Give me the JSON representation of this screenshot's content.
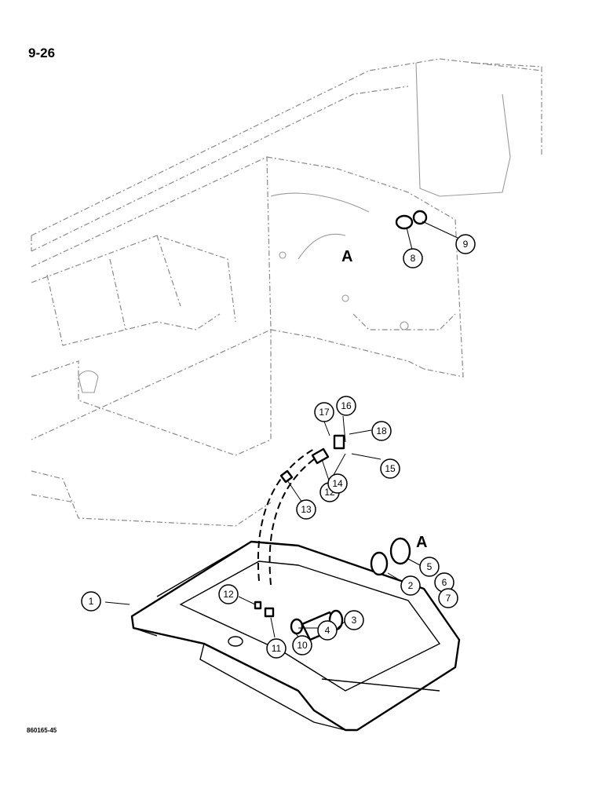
{
  "page": {
    "number": "9-26",
    "figure_code": "860165-45"
  },
  "reference_label": "A",
  "callouts": [
    {
      "id": "c1",
      "label": "1"
    },
    {
      "id": "c2",
      "label": "2"
    },
    {
      "id": "c3",
      "label": "3"
    },
    {
      "id": "c4",
      "label": "4"
    },
    {
      "id": "c5",
      "label": "5"
    },
    {
      "id": "c6",
      "label": "6"
    },
    {
      "id": "c7",
      "label": "7"
    },
    {
      "id": "c8",
      "label": "8"
    },
    {
      "id": "c9",
      "label": "9"
    },
    {
      "id": "c10",
      "label": "10"
    },
    {
      "id": "c11",
      "label": "11"
    },
    {
      "id": "c12a",
      "label": "12"
    },
    {
      "id": "c12b",
      "label": "12"
    },
    {
      "id": "c13",
      "label": "13"
    },
    {
      "id": "c14",
      "label": "14"
    },
    {
      "id": "c15",
      "label": "15"
    },
    {
      "id": "c16",
      "label": "16"
    },
    {
      "id": "c17",
      "label": "17"
    },
    {
      "id": "c18",
      "label": "18"
    }
  ]
}
